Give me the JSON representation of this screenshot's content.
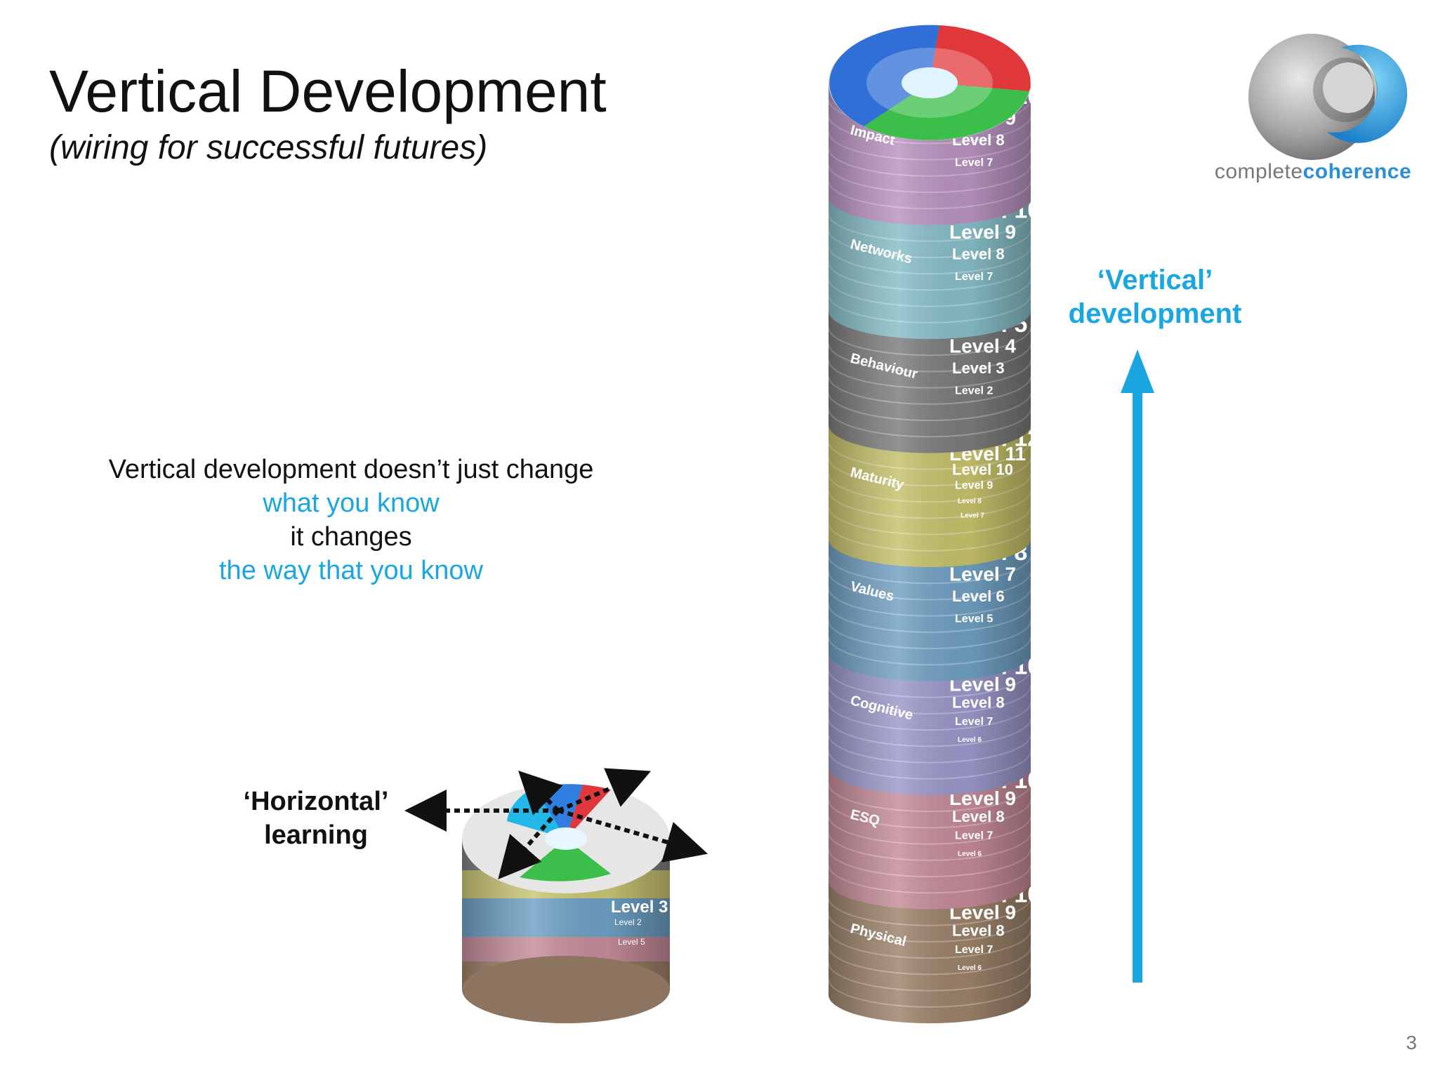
{
  "slide": {
    "title": "Vertical Development",
    "subtitle": "(wiring for successful futures)",
    "page_number": "3"
  },
  "quote": {
    "line1": "Vertical development doesn’t just change",
    "line2": "what you know",
    "line3": "it changes",
    "line4": "the way that you know"
  },
  "labels": {
    "horizontal": [
      "‘Horizontal’",
      "learning"
    ],
    "vertical": [
      "‘Vertical’",
      "development"
    ]
  },
  "logo": {
    "text_part1": "complete",
    "text_part2": "coherence"
  },
  "tower": {
    "bands": [
      {
        "name": "Impact",
        "color": "#b792be",
        "levels": [
          "Level 10",
          "Level 9",
          "Level 8",
          "Level 7"
        ]
      },
      {
        "name": "Networks",
        "color": "#86bcc6",
        "levels": [
          "Level 10",
          "Level 9",
          "Level 8",
          "Level 7"
        ]
      },
      {
        "name": "Behaviour",
        "color": "#7a7a7a",
        "levels": [
          "Level 5",
          "Level 4",
          "Level 3",
          "Level 2"
        ]
      },
      {
        "name": "Maturity",
        "color": "#c4c06a",
        "levels": [
          "Level 12",
          "Level 11",
          "Level 10",
          "Level 9",
          "Level 8",
          "Level 7"
        ]
      },
      {
        "name": "Values",
        "color": "#6f9ec0",
        "levels": [
          "Level 8",
          "Level 7",
          "Level 6",
          "Level 5"
        ]
      },
      {
        "name": "Cognitive",
        "color": "#9a96c8",
        "levels": [
          "Level 10",
          "Level 9",
          "Level 8",
          "Level 7",
          "Level 6"
        ]
      },
      {
        "name": "ESQ",
        "color": "#c38a96",
        "levels": [
          "Level 10",
          "Level 9",
          "Level 8",
          "Level 7",
          "Level 6"
        ]
      },
      {
        "name": "Physical",
        "color": "#9a8068",
        "levels": [
          "Level 10",
          "Level 9",
          "Level 8",
          "Level 7",
          "Level 6"
        ]
      }
    ]
  },
  "small_stack": {
    "levels": [
      "Level 3",
      "Level 2",
      "Level 5"
    ]
  },
  "colors": {
    "accent_blue": "#1aa6e0",
    "text_dark": "#111111"
  }
}
